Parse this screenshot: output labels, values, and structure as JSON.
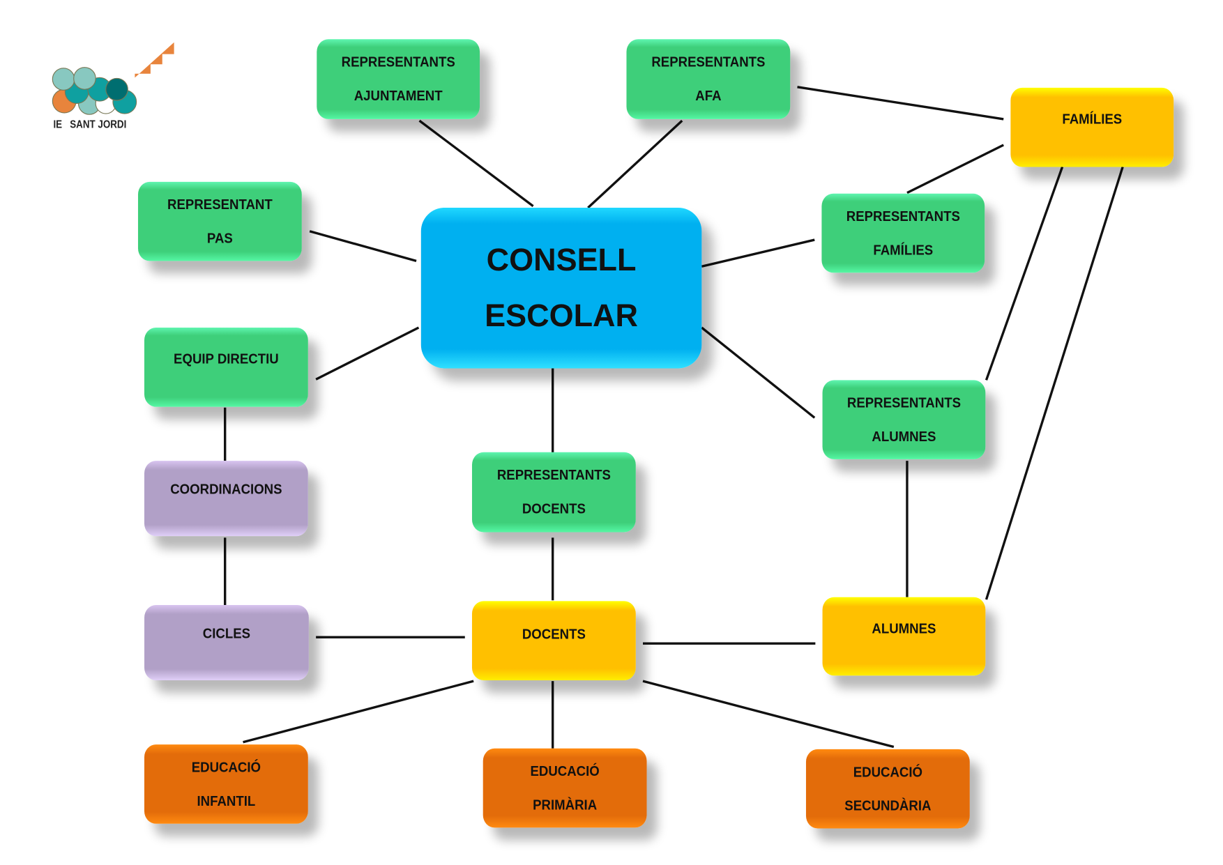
{
  "logo": {
    "text": "IE   SANT JORDI",
    "colors": [
      "#88c8c0",
      "#0fa0a0",
      "#006e70",
      "#e8843c"
    ]
  },
  "center": {
    "line1": "CONSELL",
    "line2": "ESCOLAR"
  },
  "nodes": {
    "ajuntament": [
      "REPRESENTANTS",
      "AJUNTAMENT"
    ],
    "afa": [
      "REPRESENTANTS",
      "AFA"
    ],
    "families": [
      "FAMÍLIES"
    ],
    "pas": [
      "REPRESENTANT",
      "PAS"
    ],
    "rep_families": [
      "REPRESENTANTS",
      "FAMÍLIES"
    ],
    "equip": [
      "EQUIP DIRECTIU"
    ],
    "rep_alumnes": [
      "REPRESENTANTS",
      "ALUMNES"
    ],
    "coordinacions": [
      "COORDINACIONS"
    ],
    "rep_docents": [
      "REPRESENTANTS",
      "DOCENTS"
    ],
    "cicles": [
      "CICLES"
    ],
    "docents": [
      "DOCENTS"
    ],
    "alumnes": [
      "ALUMNES"
    ],
    "infantil": [
      "EDUCACIÓ",
      "INFANTIL"
    ],
    "primaria": [
      "EDUCACIÓ",
      "PRIMÀRIA"
    ],
    "secundaria": [
      "EDUCACIÓ",
      "SECUNDÀRIA"
    ]
  },
  "colors": {
    "green": "#3ecf7a",
    "yellow": "#ffc000",
    "orange": "#e36c0a",
    "purple": "#b1a0c7",
    "blue": "#00b0f0"
  }
}
